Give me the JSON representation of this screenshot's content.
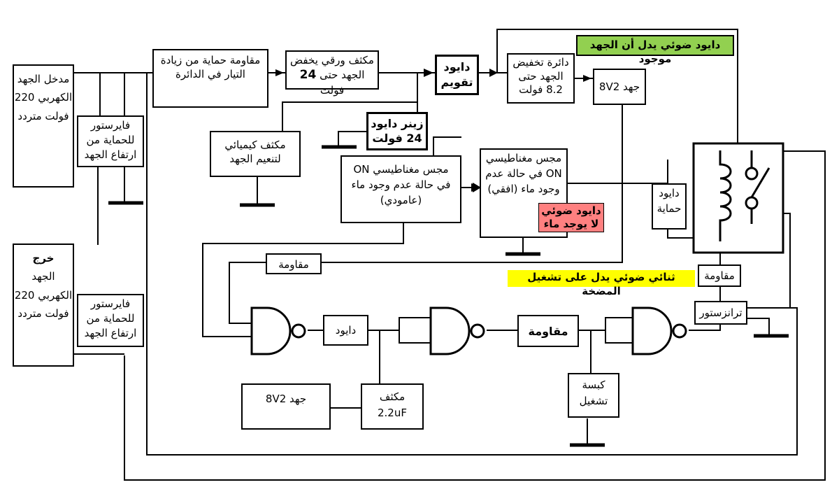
{
  "blocks": {
    "input_label": "مدخل الجهد الكهربي 220 فولت متردد",
    "output_label": "خرج",
    "output_rest": "الجهد الكهربي 220 فولت متردد",
    "varistor_top": "فايرستور للحماية من ارتفاع الجهد",
    "varistor_bottom": "فايرستور للحماية من ارتفاع الجهد",
    "protect_resistor": "مقاومة حماية من زيادة التيار في الدائرة",
    "paper_cap": "مكثف ورقي يخفض الجهد حتى 24 فولت",
    "paper_cap_line1": "مكثف ورقي يخفض",
    "paper_cap_line2_prefix": "الجهد حتى",
    "paper_cap_value": "24",
    "paper_cap_unit": "فولت",
    "rect_diode": "دايود تقويم",
    "rect_diode_l1": "دايود",
    "rect_diode_l2": "تقويم",
    "step_down": "دائرة تخفيض الجهد حتى 8.2 فولت",
    "step_down_l1": "دائرة تخفيض",
    "step_down_l2": "الجهد حتى",
    "step_down_l3": "8.2 فولت",
    "volt_8v2_top": "جهد 8V2",
    "zener_l1": "زينر دايود",
    "zener_l2": "24 فولت",
    "chem_cap": "مكثف كيميائي لتنعيم الجهد",
    "sensor_vertical": "مجس مغناطيسي ON في حالة عدم وجود ماء (عامودي)",
    "sensor_horizontal": "مجس مغناطيسي ON في حالة عدم وجود ماء (افقي)",
    "no_water_led": "دايود ضوئي لا يوجد ماء",
    "voltage_present_led": "دايود ضوئي يدل أن الجهد موجود",
    "pump_led": "ثنائي ضوئي يدل على تشغيل المضخة",
    "protect_diode": "دايود حماية",
    "resistor_top": "مقاومة",
    "resistor_right": "مقاومة",
    "resistor_mid": "مقاومة",
    "diode_small": "دايود",
    "transistor": "ترانزستور",
    "start_button": "كبسة تشغيل",
    "volt_8v2_bottom": "جهد 8V2",
    "cap_22_l1": "مكثف",
    "cap_22_l2": "2.2uF"
  },
  "colors": {
    "green_tag": "#92d050",
    "yellow_tag": "#ffff00",
    "red_tag": "#ff8080"
  }
}
